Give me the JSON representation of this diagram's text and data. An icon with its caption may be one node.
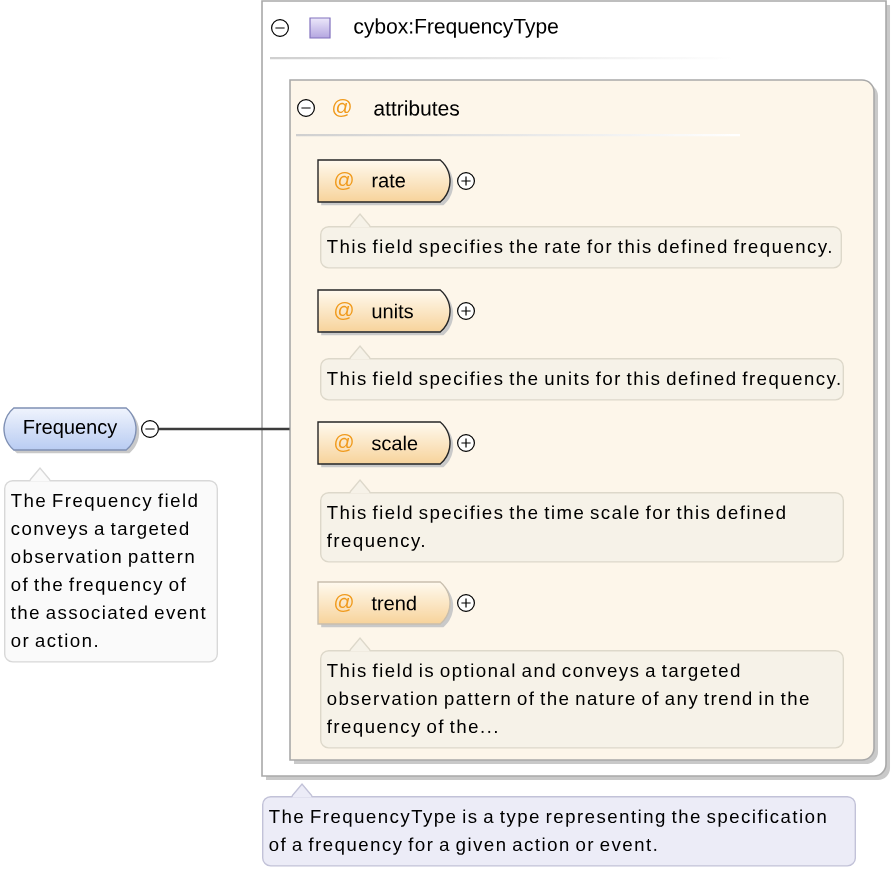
{
  "diagram": {
    "nodes": [
      {
        "text": [
          "Frequency"
        ],
        "beside": [
          "The Frequency field conveys a targeted observation pattern of the frequency of the associated event or action."
        ]
      },
      {
        "text": [
          "cybox:FrequencyType"
        ],
        "beside": [
          "The FrequencyType is a type representing the specification of a frequency for a given action or event."
        ]
      },
      {
        "text": [
          "@",
          "attributes"
        ],
        "in": 1
      },
      {
        "text": [
          "@",
          "rate"
        ],
        "in": 2,
        "beside": [
          "This field specifies the rate for this defined frequency."
        ]
      },
      {
        "text": [
          "@",
          "units"
        ],
        "in": 2,
        "beside": [
          "This field specifies the units for this defined frequency."
        ]
      },
      {
        "text": [
          "@",
          "scale"
        ],
        "in": 2,
        "beside": [
          "This field specifies the time scale for this defined frequency."
        ]
      },
      {
        "text": [
          "@",
          "trend"
        ],
        "in": 2,
        "beside": [
          "This field is optional and conveys a targeted observation pattern of the nature of any trend in the frequency of the..."
        ]
      }
    ],
    "edges": [
      {
        "from": 0,
        "to": 2,
        "arrow": "none"
      }
    ]
  }
}
